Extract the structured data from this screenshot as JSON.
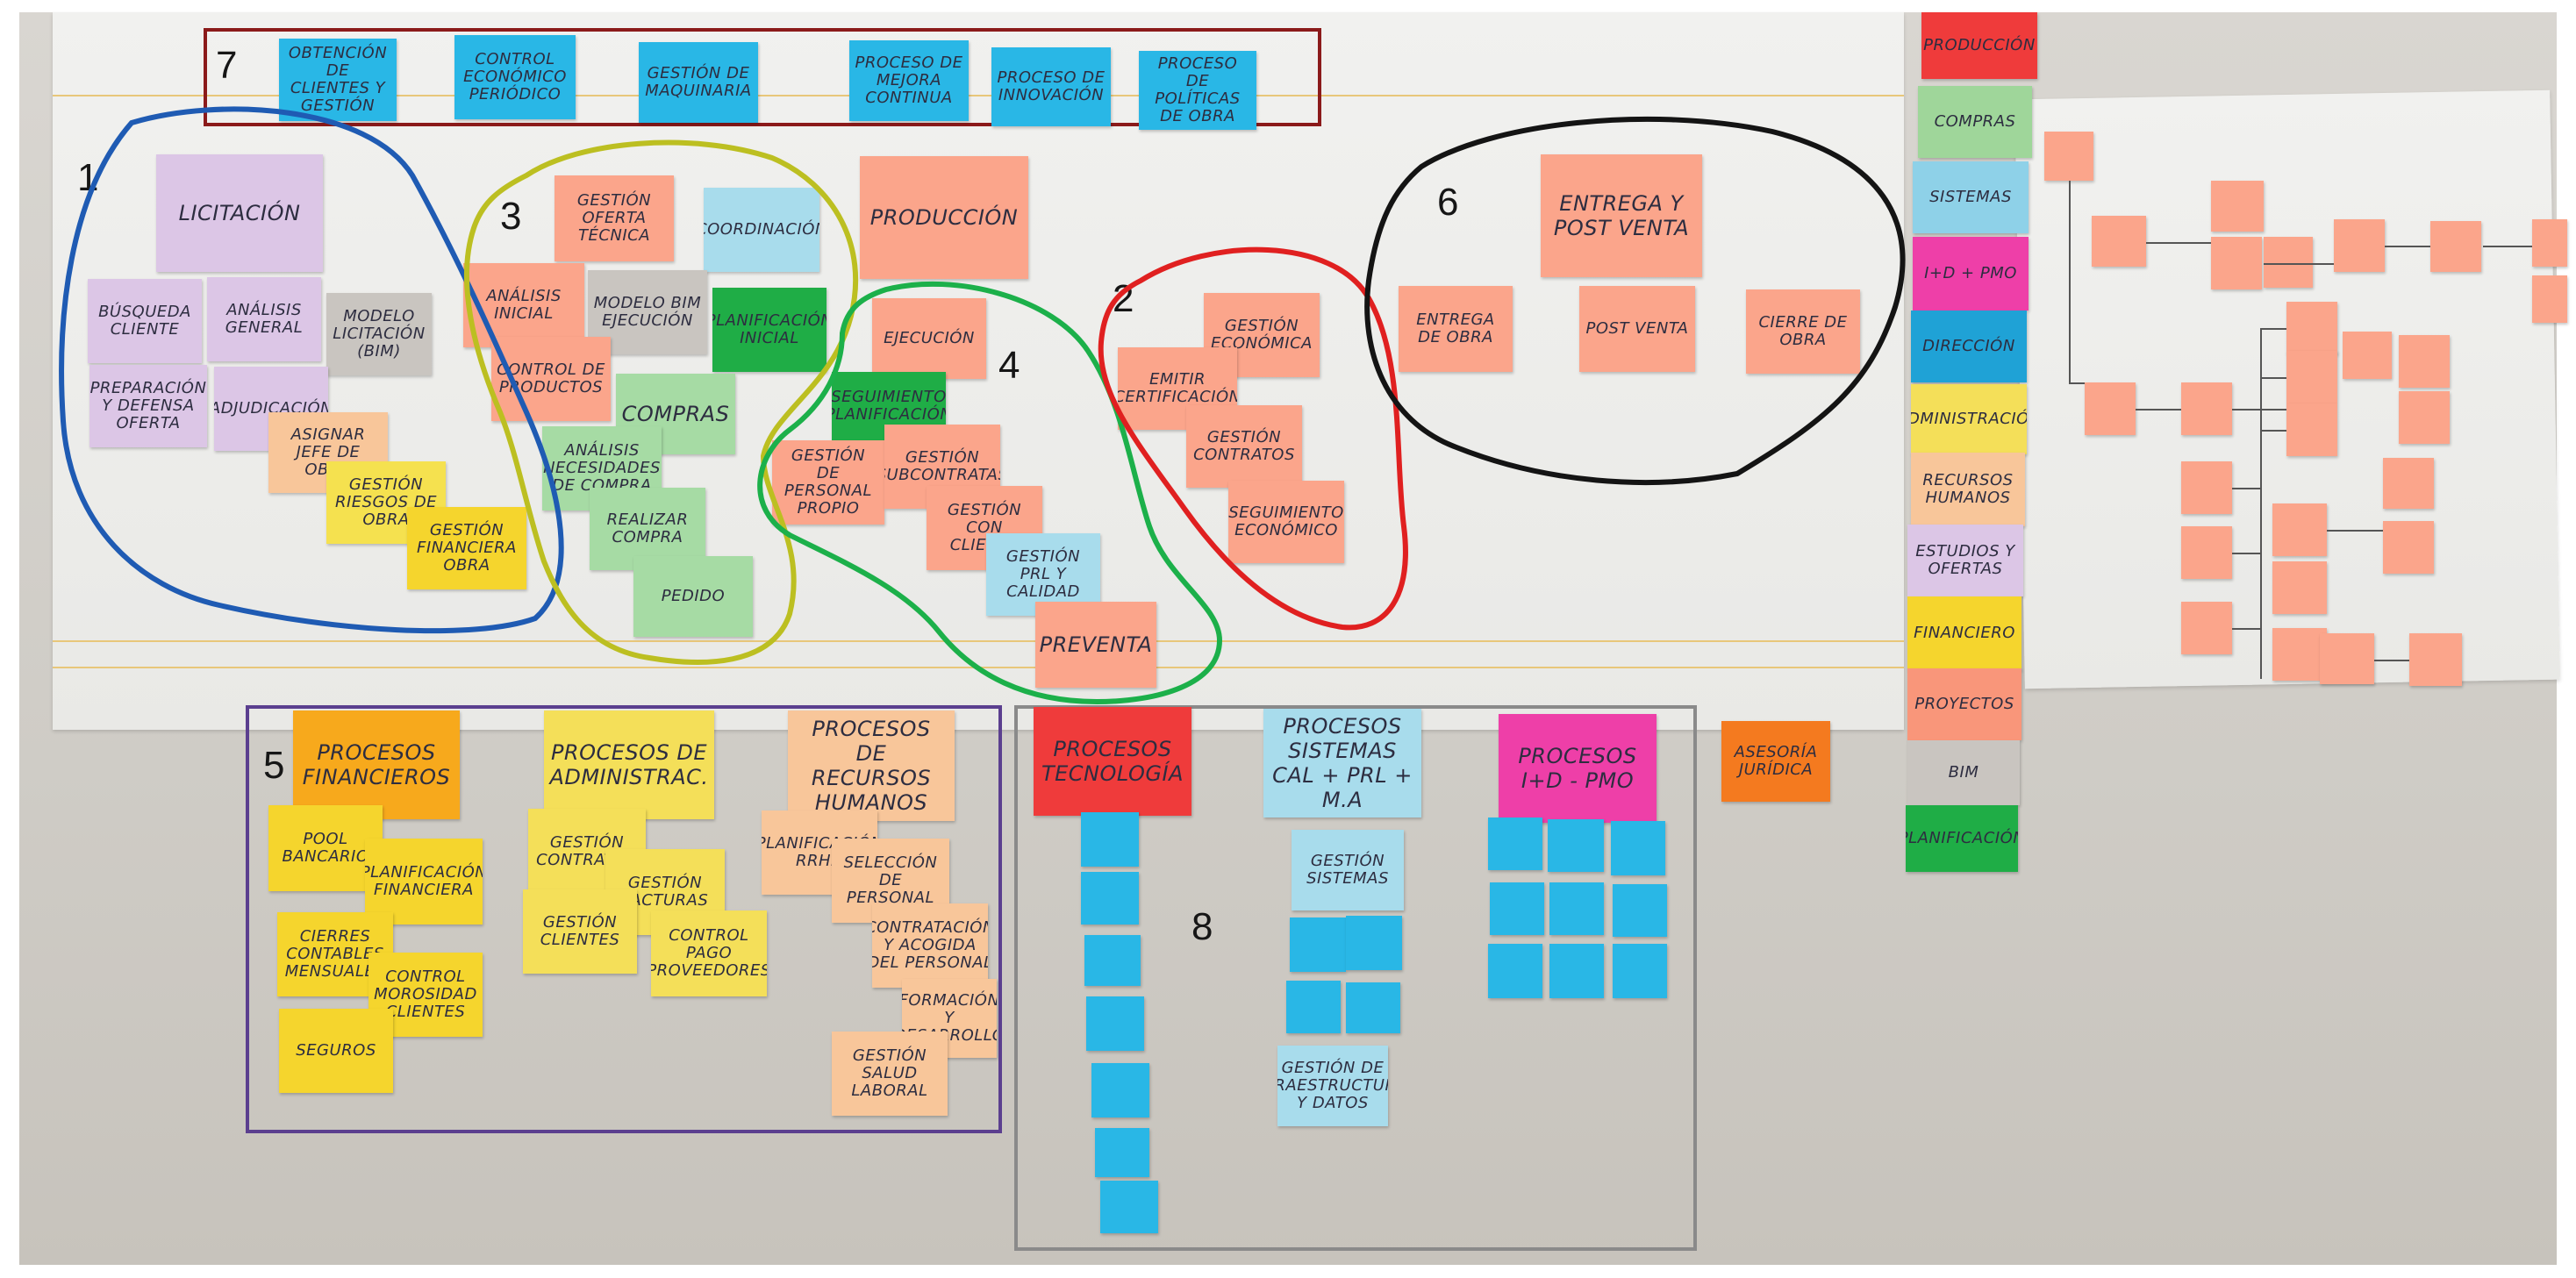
{
  "region_numbers": [
    "1",
    "2",
    "3",
    "4",
    "5",
    "6",
    "7",
    "8"
  ],
  "notes": {
    "licitacion": "LICITACIÓN",
    "busqueda": "BÚSQUEDA CLIENTE",
    "analisis_general": "ANÁLISIS GENERAL",
    "modelo_licitacion": "MODELO LICITACIÓN (BIM)",
    "preparacion": "PREPARACIÓN Y DEFENSA OFERTA",
    "adjudicacion": "ADJUDICACIÓN",
    "asignar_jefe": "ASIGNAR JEFE DE OBRA",
    "gestion_riesgos": "GESTIÓN RIESGOS DE OBRA",
    "gestion_financiera": "GESTIÓN FINANCIERA OBRA",
    "produccion": "PRODUCCIÓN",
    "gestion_oferta": "GESTIÓN OFERTA TÉCNICA",
    "coordinacion": "COORDINACIÓN",
    "analisis_inicial": "ANÁLISIS INICIAL",
    "modelo_bim": "MODELO BIM EJECUCIÓN",
    "planificacion_inicial": "PLANIFICACIÓN INICIAL",
    "control_productos": "CONTROL DE PRODUCTOS",
    "compras": "COMPRAS",
    "analisis_necesidades": "ANÁLISIS NECESIDADES DE COMPRA",
    "realizar_compra": "REALIZAR COMPRA",
    "pedido": "PEDIDO",
    "ejecucion": "EJECUCIÓN",
    "seguimiento_planificacion": "SEGUIMIENTO PLANIFICACIÓN",
    "gestion_personal": "GESTIÓN DE PERSONAL PROPIO",
    "gestion_subcontratas": "GESTIÓN SUBCONTRATAS",
    "gestion_cliente": "GESTIÓN CON CLIENTE",
    "gestion_prl": "GESTIÓN PRL Y CALIDAD",
    "prevencion": "PREVENTA",
    "gestion_economica": "GESTIÓN ECONÓMICA",
    "emitir_certificacion": "EMITIR CERTIFICACIÓN",
    "gestion_contratos": "GESTIÓN CONTRATOS",
    "seguimiento_economico": "SEGUIMIENTO ECONÓMICO",
    "entrega_postventa": "ENTREGA Y POST VENTA",
    "entrega_obra": "ENTREGA DE OBRA",
    "post_venta": "POST VENTA",
    "cierre_obra": "CIERRE DE OBRA",
    "top_1": "OBTENCIÓN DE CLIENTES Y GESTIÓN",
    "top_2": "CONTROL ECONÓMICO PERIÓDICO",
    "top_3": "GESTIÓN DE MAQUINARIA",
    "top_4": "PROCESO DE MEJORA CONTINUA",
    "top_5": "PROCESO DE INNOVACIÓN",
    "top_6": "PROCESO DE POLÍTICAS DE OBRA",
    "procesos_financieros": "PROCESOS FINANCIEROS",
    "pool_bancario": "POOL BANCARIO",
    "planificacion_financiera": "PLANIFICACIÓN FINANCIERA",
    "cierres_mensuales": "CIERRES CONTABLES MENSUALES",
    "control_morosidad": "CONTROL MOROSIDAD CLIENTES",
    "seguros": "SEGUROS",
    "procesos_administ": "PROCESOS DE ADMINISTRAC.",
    "gestion_contratos_adm": "GESTIÓN CONTRATOS",
    "gestion_facturas": "GESTIÓN FACTURAS",
    "gestion_clientes": "GESTIÓN CLIENTES",
    "control_pagos": "CONTROL PAGO PROVEEDORES",
    "procesos_rrhh": "PROCESOS DE RECURSOS HUMANOS",
    "planificacion_rrhh": "PLANIFICACIÓN RRHH",
    "seleccion_personal": "SELECCIÓN DE PERSONAL",
    "contratacion": "CONTRATACIÓN Y ACOGIDA DEL PERSONAL",
    "formacion": "FORMACIÓN Y DESARROLLO",
    "gestion_salud": "GESTIÓN SALUD LABORAL",
    "procesos_tecnologia": "PROCESOS TECNOLOGÍA",
    "procesos_sistemas": "PROCESOS SISTEMAS CAL + PRL + M.A",
    "procesos_idi": "PROCESOS I+D - PMO",
    "gestion_sistemas": "GESTIÓN SISTEMAS",
    "gestion_infra": "GESTIÓN DE INFRAESTRUCTURAS Y DATOS",
    "asesoria_juridica": "ASESORÍA JURÍDICA"
  },
  "legend": [
    "PRODUCCIÓN",
    "COMPRAS",
    "SISTEMAS",
    "I+D + PMO",
    "DIRECCIÓN",
    "ADMINISTRACIÓN",
    "RECURSOS HUMANOS",
    "ESTUDIOS Y OFERTAS",
    "FINANCIERO",
    "PROYECTOS",
    "BIM",
    "PLANIFICACIÓN"
  ],
  "colors": {
    "red": "#c62828",
    "blue": "#1f5bb3",
    "olive": "#bcbf21",
    "green": "#1cb04a",
    "black": "#141414",
    "purple": "#5b3f8f",
    "gray": "#8a8a8a",
    "maroon": "#8b1a1a"
  }
}
